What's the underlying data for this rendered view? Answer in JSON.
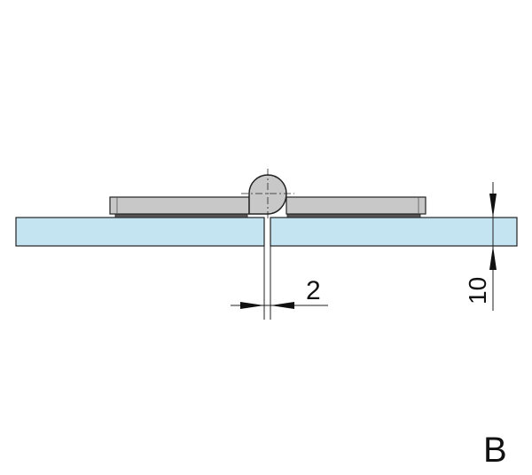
{
  "drawing": {
    "view_label": "B",
    "gap_dimension": "2",
    "thickness_dimension": "10",
    "colors": {
      "glass": "#c3e4f0",
      "hinge": "#c8c8c8",
      "line": "#222222"
    }
  }
}
